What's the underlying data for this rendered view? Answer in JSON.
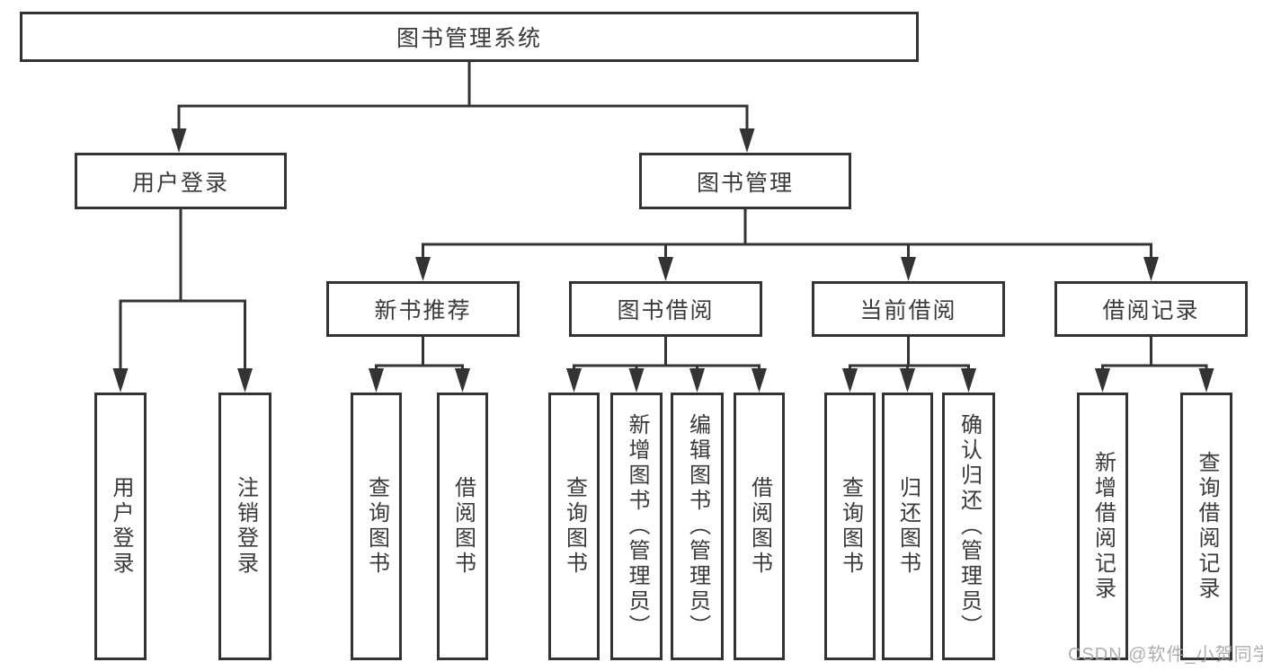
{
  "diagram": {
    "title": "图书管理系统",
    "root": {
      "label": "图书管理系统"
    },
    "level2": [
      {
        "label": "用户登录"
      },
      {
        "label": "图书管理"
      }
    ],
    "level3": [
      {
        "label": "新书推荐"
      },
      {
        "label": "图书借阅"
      },
      {
        "label": "当前借阅"
      },
      {
        "label": "借阅记录"
      }
    ],
    "leaves": {
      "user_login": [
        "用户登录",
        "注销登录"
      ],
      "new_book_recommend": [
        "查询图书",
        "借阅图书"
      ],
      "book_borrowing": [
        "查询图书",
        "新增图书（管理员）",
        "编辑图书（管理员）",
        "借阅图书"
      ],
      "current_borrowing": [
        "查询图书",
        "归还图书",
        "确认归还（管理员）"
      ],
      "borrowing_records": [
        "新增借阅记录",
        "查询借阅记录"
      ]
    }
  },
  "watermark": {
    "text": "CSDN @软件_小贺同学"
  },
  "colors": {
    "line": "#333333",
    "text": "#3a3a3a",
    "box_background": "#ffffff",
    "background": "#ffffff",
    "watermark": "#a7a7a7"
  }
}
